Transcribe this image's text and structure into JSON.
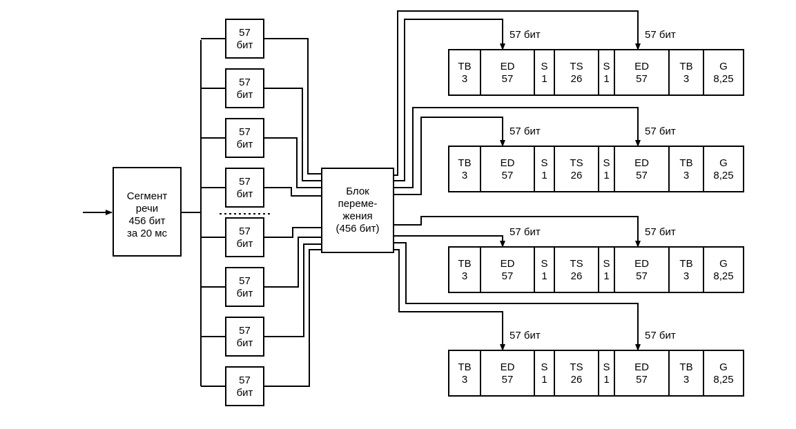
{
  "diagram": {
    "segment": {
      "lines": [
        "Сегмент",
        "речи",
        "456 бит",
        "за 20 мс"
      ]
    },
    "sub_blocks": [
      {
        "value": "57",
        "unit": "бит"
      },
      {
        "value": "57",
        "unit": "бит"
      },
      {
        "value": "57",
        "unit": "бит"
      },
      {
        "value": "57",
        "unit": "бит"
      },
      {
        "value": "57",
        "unit": "бит"
      },
      {
        "value": "57",
        "unit": "бит"
      },
      {
        "value": "57",
        "unit": "бит"
      },
      {
        "value": "57",
        "unit": "бит"
      }
    ],
    "interleaver": {
      "lines": [
        "Блок",
        "переме-",
        "жения",
        "(456 бит)"
      ]
    },
    "arrow_label": "57 бит",
    "frame_fields": [
      {
        "name": "TB",
        "value": "3"
      },
      {
        "name": "ED",
        "value": "57"
      },
      {
        "name": "S",
        "value": "1"
      },
      {
        "name": "TS",
        "value": "26"
      },
      {
        "name": "S",
        "value": "1"
      },
      {
        "name": "ED",
        "value": "57"
      },
      {
        "name": "TB",
        "value": "3"
      },
      {
        "name": "G",
        "value": "8,25"
      }
    ],
    "frame_count": 4
  }
}
